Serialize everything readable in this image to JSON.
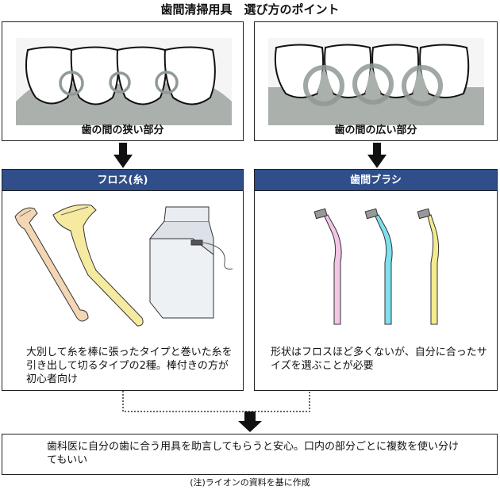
{
  "title": "歯間清掃用具　選び方のポイント",
  "narrow": {
    "caption": "歯の間の狭い部分"
  },
  "wide": {
    "caption": "歯の間の広い部分"
  },
  "floss": {
    "label": "フロス(糸)",
    "description": "大別して糸を棒に張ったタイプと巻いた糸を引き出して切るタイプの2種。棒付きの方が初心者向け"
  },
  "brush": {
    "label": "歯間ブラシ",
    "description": "形状はフロスほど多くないが、自分に合ったサイズを選ぶことが必要"
  },
  "conclusion": "歯科医に自分の歯に合う用具を助言してもらうと安心。口内の部分ごとに複数を使い分けてもいい",
  "footnote": "(注)ライオンの資料を基に作成",
  "colors": {
    "header": "#2f4e8a",
    "gum": "#aab1ad",
    "ring": "#8f9a95",
    "brush_pink": "#f2c6e4",
    "brush_cyan": "#7fe0ee",
    "brush_yellow": "#f3ec8f",
    "floss_pick": "#f3d6b4"
  }
}
